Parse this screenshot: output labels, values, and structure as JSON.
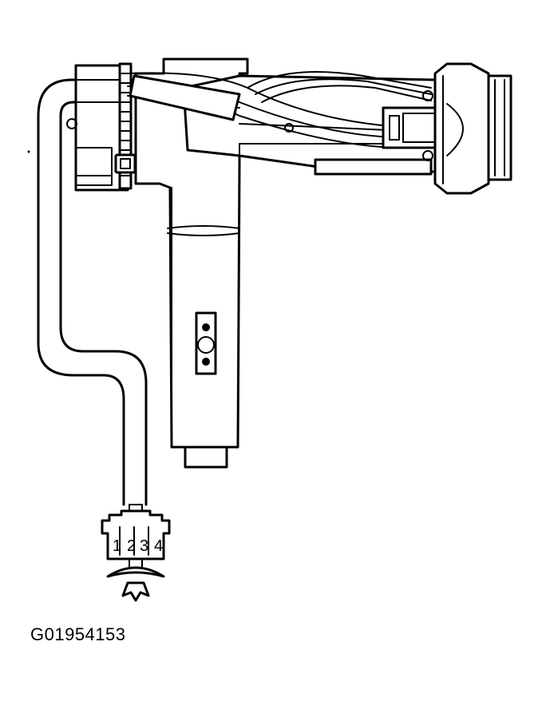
{
  "figure_id": "G01954153",
  "connector": {
    "pins": [
      "1",
      "2",
      "3",
      "4"
    ]
  }
}
